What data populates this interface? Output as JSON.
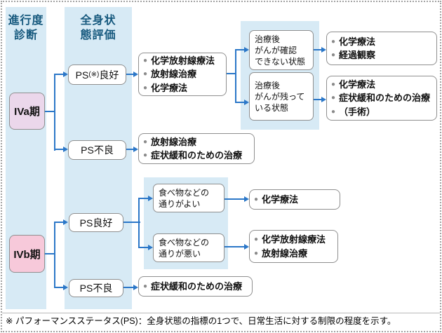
{
  "columns": {
    "progression": "進行度\n診断",
    "general_condition": "全身状\n態評価"
  },
  "stages": {
    "iva": "IVa期",
    "ivb": "IVb期"
  },
  "ps": {
    "good_a": {
      "pre": "PS",
      "note": "(※)",
      "post": "良好"
    },
    "bad_a": "PS不良",
    "good_b": "PS良好",
    "bad_b": "PS不良"
  },
  "conditions": {
    "no_cancer": "治療後\nがんが確認\nできない状態",
    "cancer_remains": "治療後\nがんが残って\nいる状態",
    "passage_good": "食べ物などの\n通りがよい",
    "passage_bad": "食べ物などの\n通りが悪い"
  },
  "treatments": {
    "ps_good_a": {
      "items": [
        "化学放射線療法",
        "放射線治療",
        "化学療法"
      ]
    },
    "ps_bad_a": {
      "items": [
        "放射線治療",
        "症状緩和のための治療"
      ]
    },
    "no_cancer": {
      "items": [
        "化学療法",
        "経過観察"
      ]
    },
    "cancer_remains": {
      "items": [
        "化学療法",
        "症状緩和のための治療",
        "（手術）"
      ]
    },
    "passage_good": {
      "items": [
        "化学療法"
      ]
    },
    "passage_bad": {
      "items": [
        "化学放射線療法",
        "放射線治療"
      ]
    },
    "ps_bad_b": {
      "items": [
        "症状緩和のための治療"
      ]
    }
  },
  "bullet": "●",
  "footnote": "※ パフォーマンスステータス(PS)：全身状態の指標の1つで、日常生活に対する制限の程度を示す。",
  "colors": {
    "column_bg": "#d7eaf5",
    "connector_blue": "#2b77c8",
    "stage_iva_bg": "#ebd7eb",
    "stage_ivb_bg": "#f7c9da",
    "header_text": "#15587d",
    "bullet_gray": "#8a8a8a",
    "box_border": "#8f8f8f"
  }
}
